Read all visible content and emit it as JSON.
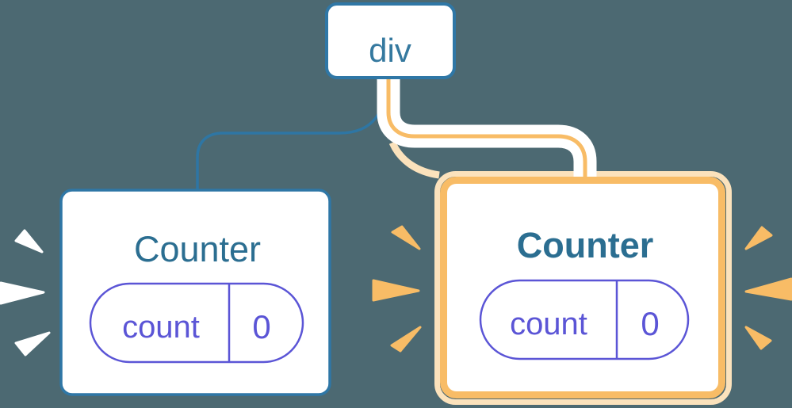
{
  "diagram": {
    "root_node": {
      "label": "div"
    },
    "left_counter": {
      "title": "Counter",
      "state_label": "count",
      "state_value": "0",
      "highlighted": false,
      "spark_color": "#FFFFFF"
    },
    "right_counter": {
      "title": "Counter",
      "state_label": "count",
      "state_value": "0",
      "highlighted": true,
      "spark_color": "#F8BC66"
    },
    "colors": {
      "background": "#4C6972",
      "node_border_blue": "#2F77A6",
      "node_text_blue": "#2B6E91",
      "root_text_blue": "#35799F",
      "connector_blue": "#2E76A4",
      "pill_purple": "#5B55D6",
      "highlight_orange": "#F8BC66",
      "highlight_glow": "#FBE2BC",
      "card_fill": "#FFFFFF"
    }
  }
}
